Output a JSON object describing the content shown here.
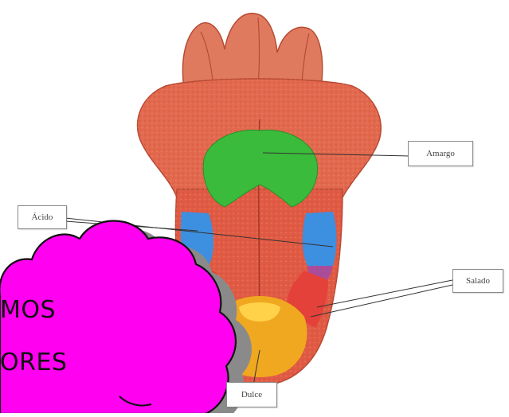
{
  "diagram": {
    "labels": {
      "amargo": "Amargo",
      "acido": "Ácido",
      "salado": "Salado",
      "dulce": "Dulce"
    },
    "callout_lines": [
      "MOS",
      "ORES"
    ],
    "colors": {
      "tongue": "#e2694e",
      "tongue_dark": "#c9432f",
      "bitter_zone": "#3bbb3b",
      "sour_zone": "#3d8fe0",
      "salty_zone": "#e4413a",
      "sweet_zone": "#f0a820",
      "sweet_tip": "#ffd24a",
      "cloud": "#ff00f0"
    }
  }
}
